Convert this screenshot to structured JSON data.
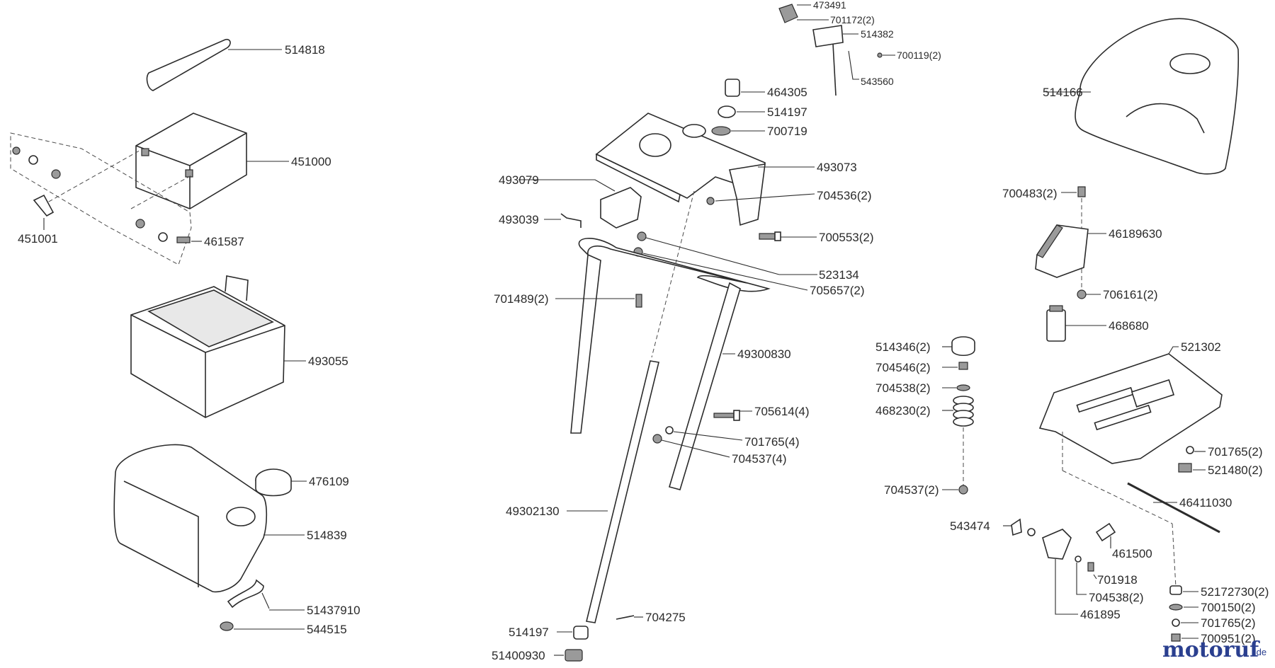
{
  "labels": {
    "p514818": "514818",
    "p451000": "451000",
    "p451001": "451001",
    "p461587": "461587",
    "p493055": "493055",
    "p476109": "476109",
    "p514839": "514839",
    "p51437910": "51437910",
    "p544515": "544515",
    "p473491": "473491",
    "p701172": "701172(2)",
    "p514382": "514382",
    "p700119": "700119(2)",
    "p543560": "543560",
    "p464305": "464305",
    "p514197a": "514197",
    "p700719": "700719",
    "p493073": "493073",
    "p493079": "493079",
    "p704536": "704536(2)",
    "p493039": "493039",
    "p700553": "700553(2)",
    "p523134": "523134",
    "p705657": "705657(2)",
    "p701489": "701489(2)",
    "p49300830": "49300830",
    "p705614": "705614(4)",
    "p701765a": "701765(4)",
    "p704537a": "704537(4)",
    "p49302130": "49302130",
    "p704275": "704275",
    "p514197b": "514197",
    "p51400930": "51400930",
    "p514166": "514166",
    "p700483": "700483(2)",
    "p46189630": "46189630",
    "p706161": "706161(2)",
    "p468680": "468680",
    "p514346": "514346(2)",
    "p704546": "704546(2)",
    "p704538a": "704538(2)",
    "p468230": "468230(2)",
    "p704537b": "704537(2)",
    "p521302": "521302",
    "p701765b": "701765(2)",
    "p521480": "521480(2)",
    "p46411030": "46411030",
    "p543474": "543474",
    "p461500": "461500",
    "p701918": "701918",
    "p704538b": "704538(2)",
    "p461895": "461895",
    "p52172730": "52172730(2)",
    "p700150": "700150(2)",
    "p701765c": "701765(2)",
    "p700951": "700951(2)"
  },
  "watermark": {
    "brand": "motoruf",
    "tld": ".de"
  }
}
